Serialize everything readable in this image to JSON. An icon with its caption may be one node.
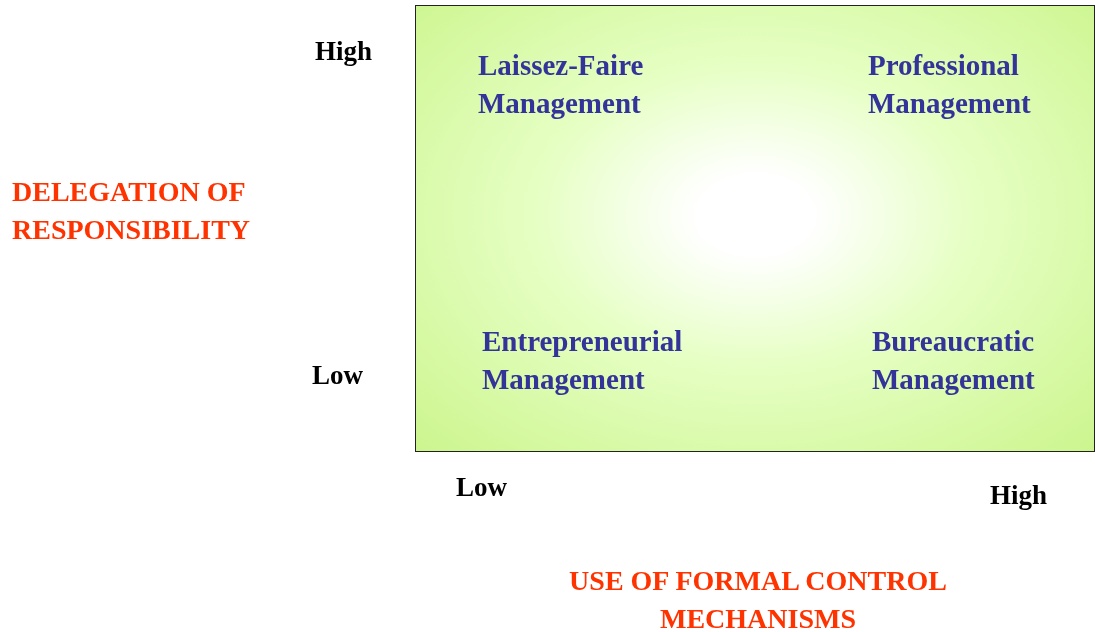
{
  "diagram": {
    "nodes": [
      {
        "text": [
          "Laissez-Faire Management",
          "Professional Management",
          "Entrepreneurial Management",
          "Bureaucratic Management"
        ]
      }
    ],
    "labels": [
      "High",
      "DELEGATION OF RESPONSIBILITY",
      "Low",
      "Low",
      "High",
      "USE OF FORMAL CONTROL MECHANISMS"
    ]
  }
}
